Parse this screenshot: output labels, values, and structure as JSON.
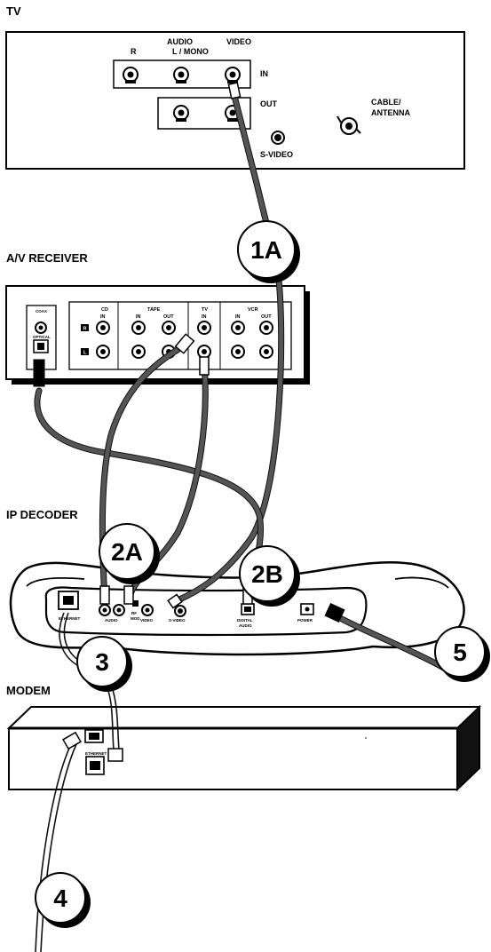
{
  "sections": {
    "tv": "TV",
    "receiver": "A/V RECEIVER",
    "decoder": "IP DECODER",
    "modem": "MODEM"
  },
  "tv": {
    "audio": "AUDIO",
    "r": "R",
    "l_mono": "L / MONO",
    "video": "VIDEO",
    "in": "IN",
    "out": "OUT",
    "svideo": "S-VIDEO",
    "cable_antenna_1": "CABLE/",
    "cable_antenna_2": "ANTENNA"
  },
  "receiver": {
    "coax": "COAX",
    "optical": "OPTICAL",
    "cd": "CD",
    "tape": "TAPE",
    "tv": "TV",
    "vcr": "VCR",
    "in": "IN",
    "out": "OUT",
    "r": "R",
    "l": "L"
  },
  "decoder": {
    "ethernet": "ETHERNET",
    "audio": "AUDIO",
    "rf_mod_1": "RF",
    "rf_mod_2": "MOD",
    "video": "VIDEO",
    "svideo": "S-VIDEO",
    "digital_1": "DIGITAL",
    "digital_2": "AUDIO",
    "power": "POWER"
  },
  "modem": {
    "ethernet": "ETHERNET"
  },
  "callouts": {
    "c1a": "1A",
    "c2a": "2A",
    "c2b": "2B",
    "c3": "3",
    "c4": "4",
    "c5": "5"
  }
}
